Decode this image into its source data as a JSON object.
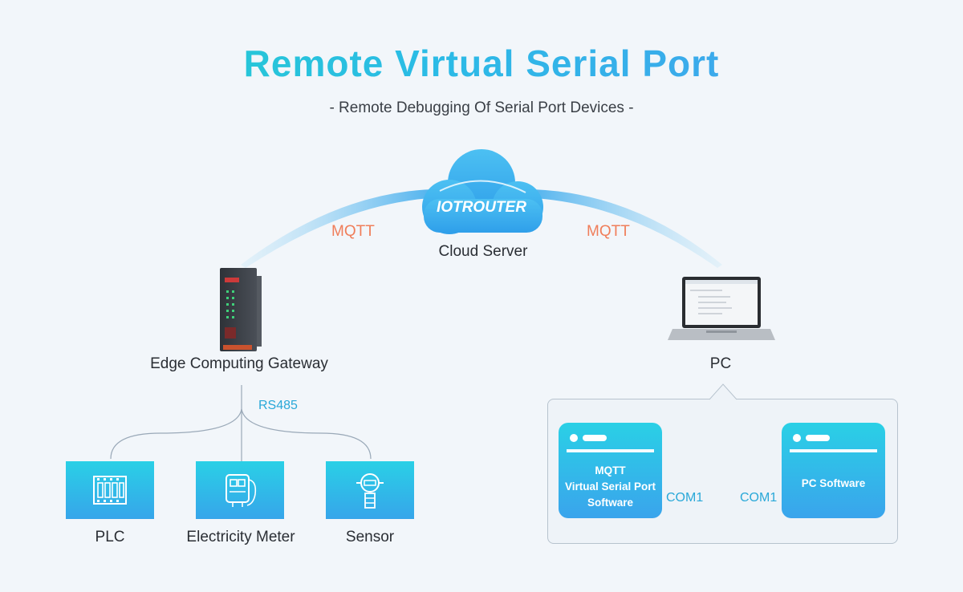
{
  "header": {
    "title": "Remote Virtual Serial Port",
    "subtitle": "-  Remote Debugging Of Serial Port Devices  -"
  },
  "cloud": {
    "brand": "IOTROUTER",
    "label": "Cloud Server"
  },
  "links": {
    "left_protocol": "MQTT",
    "right_protocol": "MQTT",
    "bus": "RS485"
  },
  "gateway": {
    "label": "Edge Computing Gateway"
  },
  "pc": {
    "label": "PC"
  },
  "devices": [
    {
      "label": "PLC",
      "icon": "plc-icon"
    },
    {
      "label": "Electricity Meter",
      "icon": "electricity-meter-icon"
    },
    {
      "label": "Sensor",
      "icon": "sensor-icon"
    }
  ],
  "pc_detail": {
    "left_software": [
      "MQTT",
      "Virtual Serial Port",
      "Software"
    ],
    "right_software": "PC Software",
    "left_port": "COM1",
    "right_port": "COM1"
  },
  "colors": {
    "accent_start": "#22d3c8",
    "accent_end": "#4a9bf0",
    "protocol": "#f07e5a",
    "port": "#29a8d8"
  }
}
